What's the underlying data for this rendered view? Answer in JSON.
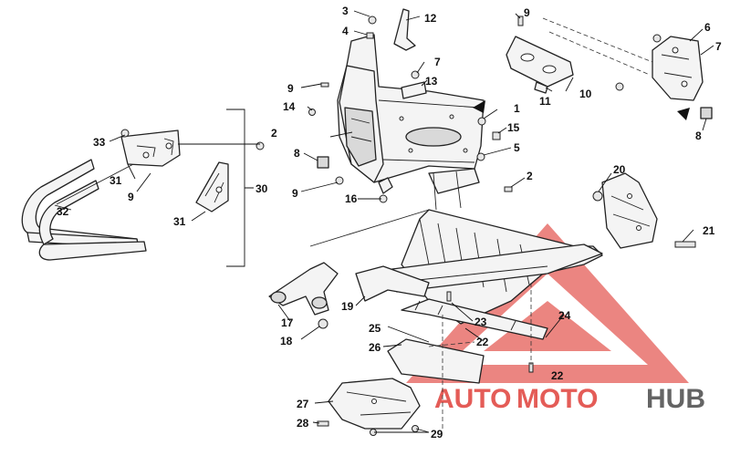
{
  "labels": {
    "n1": "1",
    "n2a": "2",
    "n2b": "2",
    "n3": "3",
    "n4": "4",
    "n5": "5",
    "n6": "6",
    "n7a": "7",
    "n7b": "7",
    "n8a": "8",
    "n8b": "8",
    "n9a": "9",
    "n9b": "9",
    "n9c": "9",
    "n9d": "9",
    "n10": "10",
    "n11": "11",
    "n12": "12",
    "n13": "13",
    "n14": "14",
    "n15": "15",
    "n16": "16",
    "n17": "17",
    "n18": "18",
    "n19": "19",
    "n20": "20",
    "n21": "21",
    "n22a": "22",
    "n22b": "22",
    "n23": "23",
    "n24": "24",
    "n25": "25",
    "n26": "26",
    "n27": "27",
    "n28": "28",
    "n29": "29",
    "n30": "30",
    "n31a": "31",
    "n31b": "31",
    "n32": "32",
    "n33": "33"
  },
  "watermark": {
    "word_auto": "AUTO",
    "word_moto": "MOTO",
    "word_hub": "HUB",
    "color_red": "#e0403a",
    "color_gray": "#4a4a4a"
  },
  "colors": {
    "line": "#222222",
    "background": "#ffffff"
  }
}
